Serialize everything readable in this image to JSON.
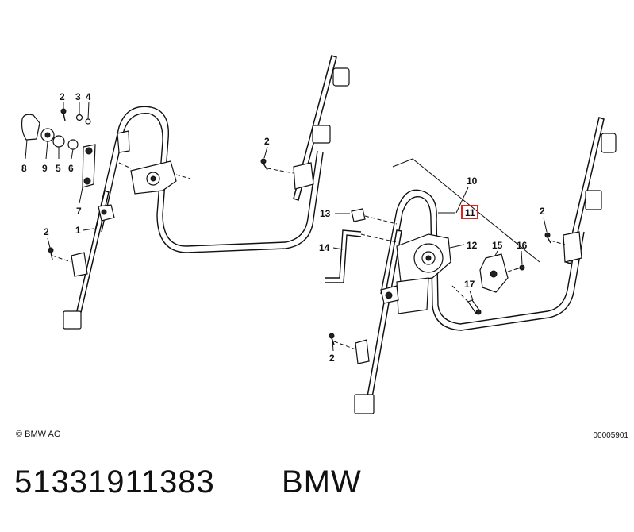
{
  "diagram": {
    "callouts": {
      "left_2a": "2",
      "left_3": "3",
      "left_4": "4",
      "left_8": "8",
      "left_9": "9",
      "left_5": "5",
      "left_6": "6",
      "left_7": "7",
      "left_1": "1",
      "left_2b": "2",
      "left_2c": "2",
      "right_10": "10",
      "right_11": "11",
      "right_13": "13",
      "right_12": "12",
      "right_14": "14",
      "right_15": "15",
      "right_16": "16",
      "right_17": "17",
      "right_2a": "2",
      "right_2b": "2"
    },
    "highlight_color": "#e0231c"
  },
  "footer": {
    "copyright": "© BMW AG",
    "drawing_number": "00005901"
  },
  "caption": {
    "part_number": "51331911383",
    "brand": "BMW"
  }
}
